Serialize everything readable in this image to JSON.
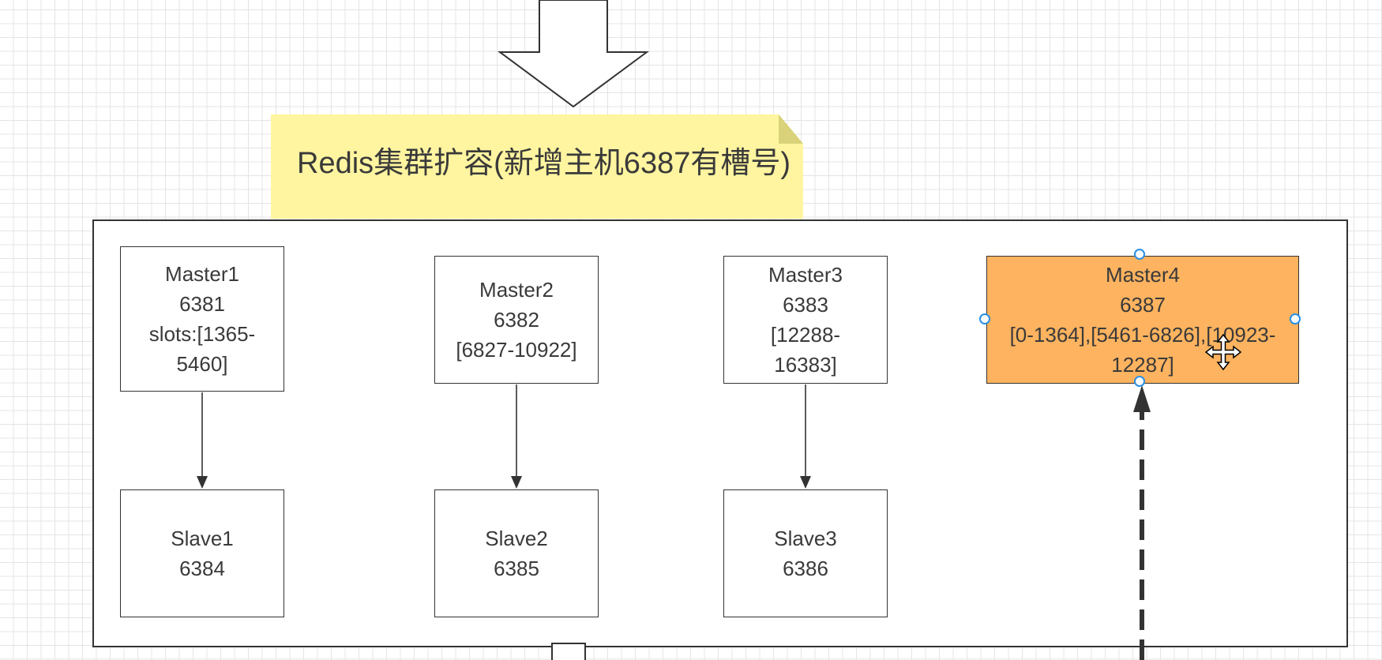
{
  "title": "Redis集群扩容(新增主机6387有槽号)",
  "masters": [
    {
      "lines": [
        "Master1",
        "6381",
        "slots:[1365-",
        "5460]"
      ]
    },
    {
      "lines": [
        "Master2",
        "6382",
        "[6827-10922]"
      ]
    },
    {
      "lines": [
        "Master3",
        "6383",
        "[12288-",
        "16383]"
      ]
    },
    {
      "lines": [
        "Master4",
        "6387",
        "[0-1364],[5461-6826],[10923-",
        "12287]"
      ]
    }
  ],
  "slaves": [
    {
      "lines": [
        "Slave1",
        "6384"
      ]
    },
    {
      "lines": [
        "Slave2",
        "6385"
      ]
    },
    {
      "lines": [
        "Slave3",
        "6386"
      ]
    }
  ],
  "colors": {
    "note_fill": "#fff5a0",
    "master4_fill": "#fdb35f",
    "selection_handle": "#2a8fe6",
    "stroke": "#333333"
  },
  "icons": {
    "top_arrow": "hollow-down-arrow",
    "cursor": "move-cursor-icon"
  }
}
